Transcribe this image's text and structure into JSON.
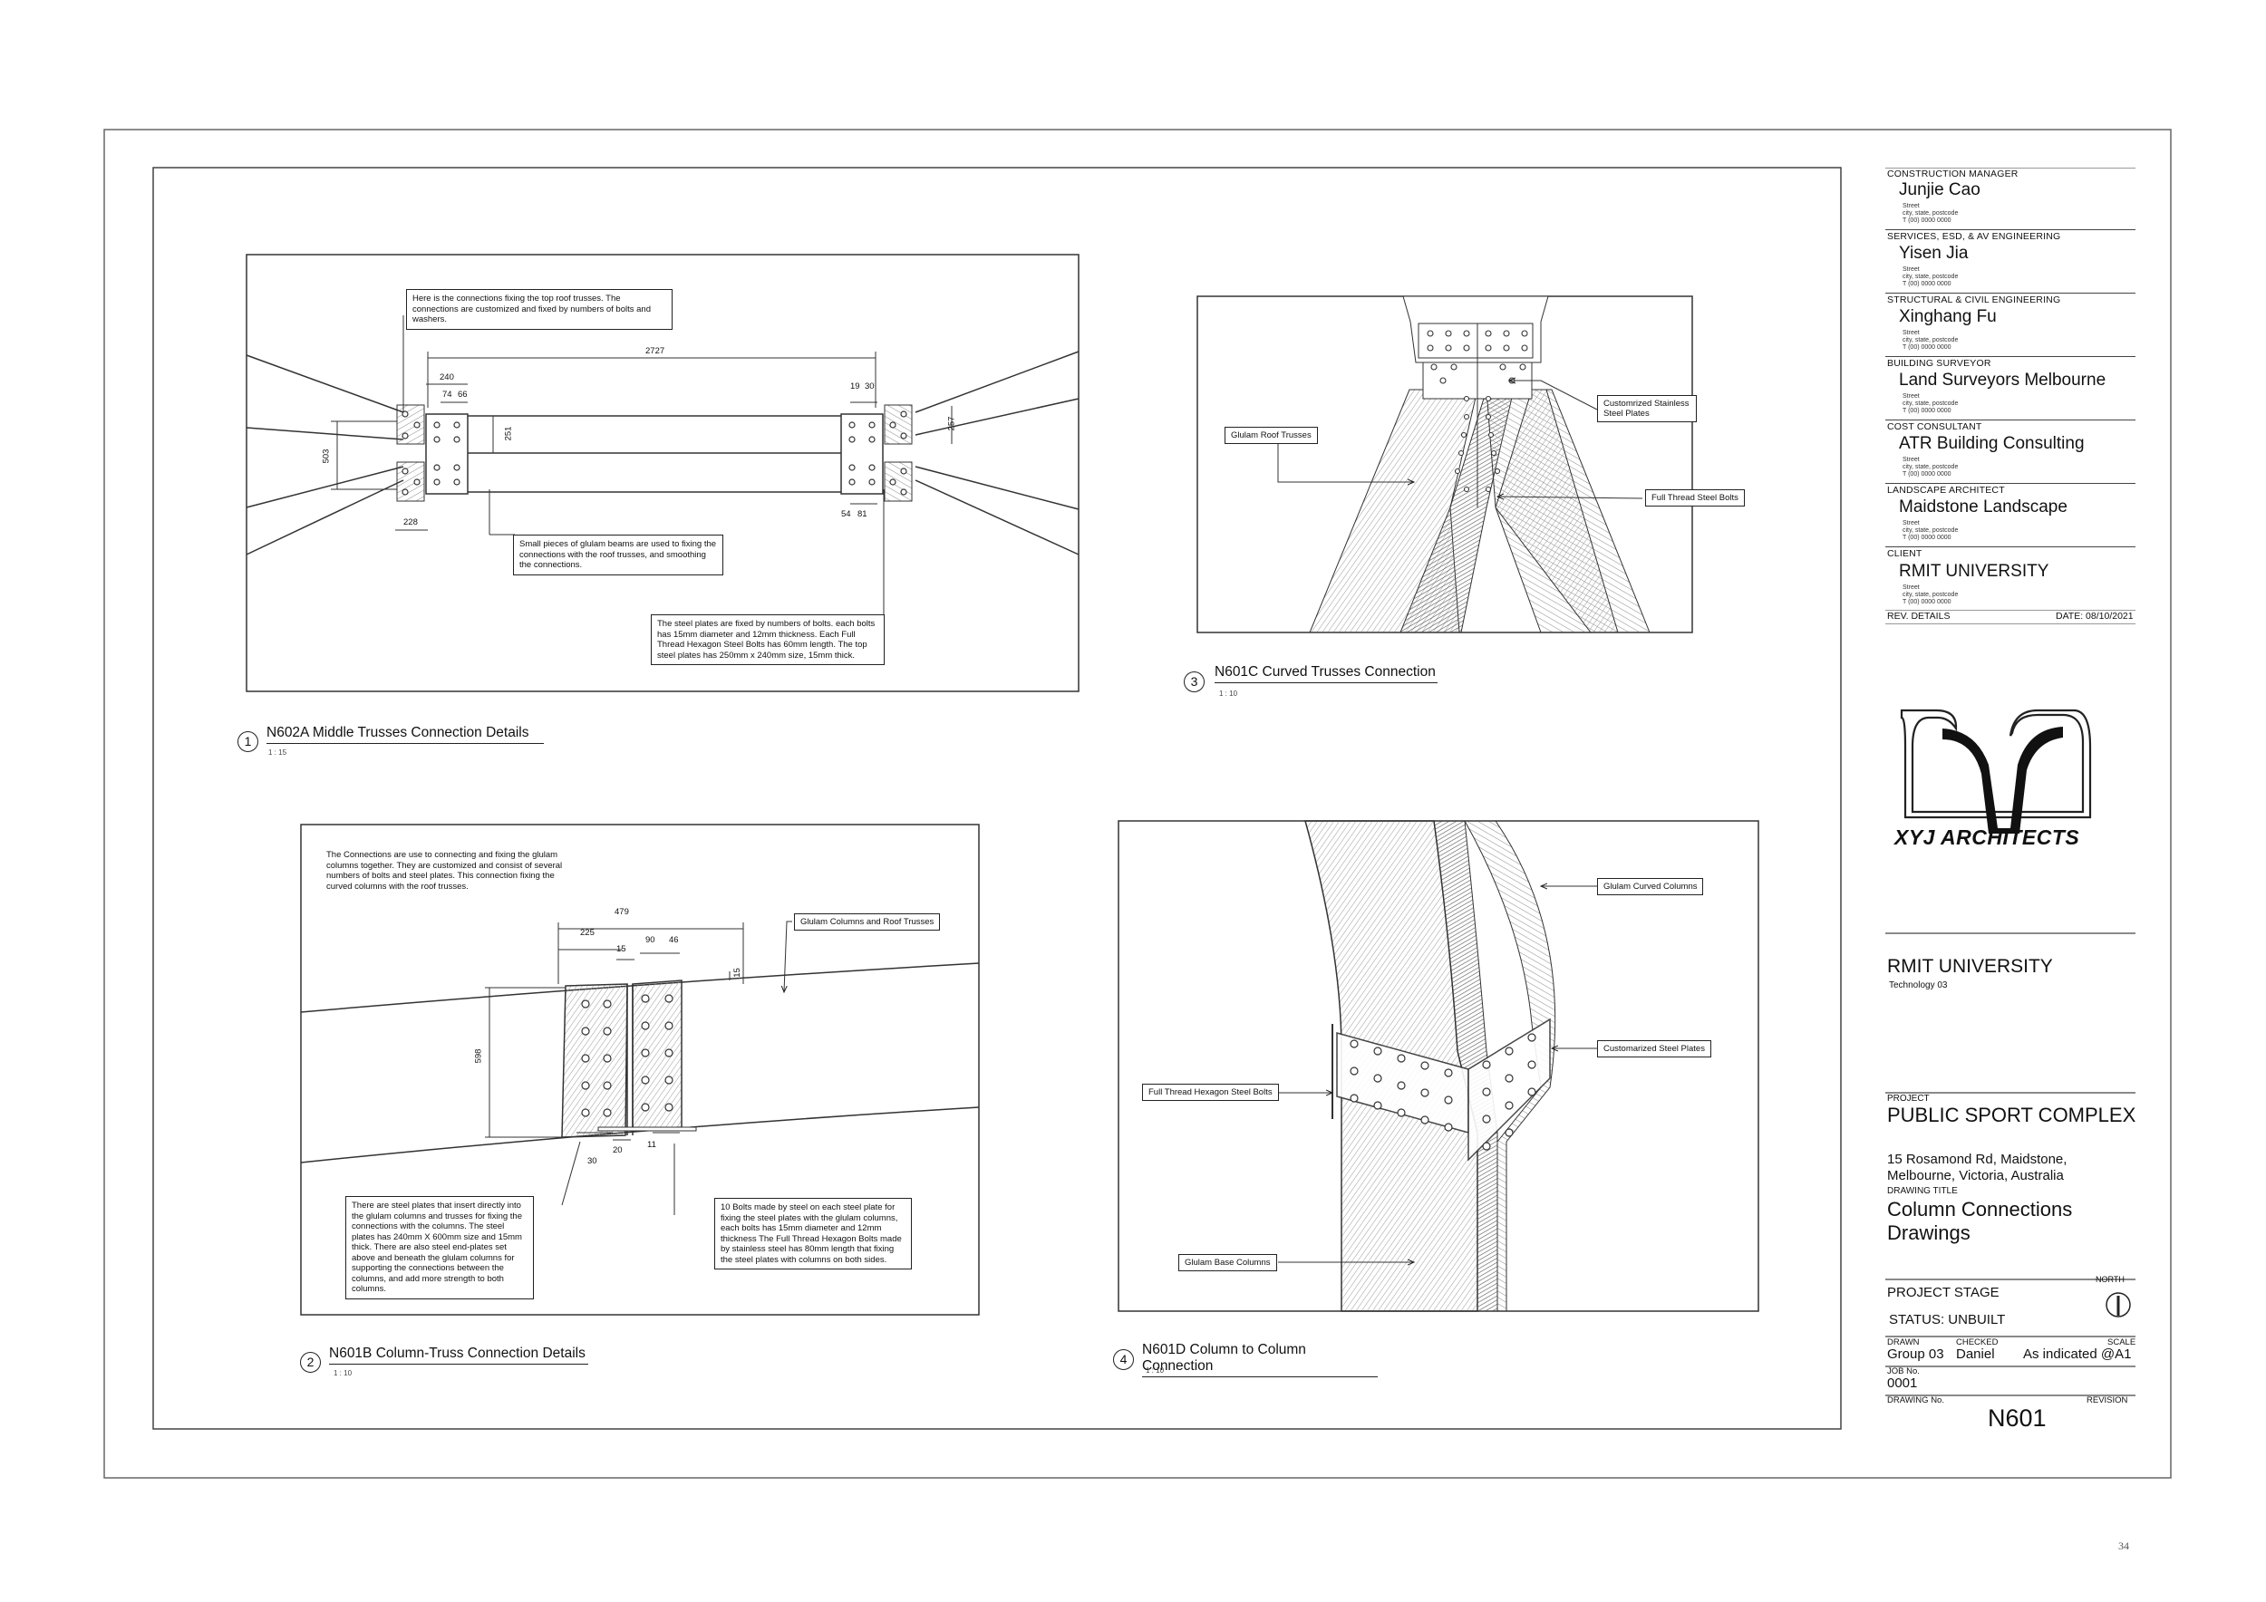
{
  "views": [
    {
      "num": "1",
      "title": "N602A Middle Trusses Connection Details",
      "scale": "1 : 15"
    },
    {
      "num": "2",
      "title": "N601B Column-Truss Connection Details",
      "scale": "1 : 10"
    },
    {
      "num": "3",
      "title": "N601C Curved Trusses Connection",
      "scale": "1 : 10"
    },
    {
      "num": "4",
      "title": "N601D Column to Column Connection",
      "scale": "1 : 10"
    }
  ],
  "view1": {
    "note_top": "Here is the connections fixing the top roof trusses. The connections are customized and fixed by numbers of bolts and washers.",
    "note_mid": "Small pieces of glulam beams are used to fixing the connections with the roof trusses, and smoothing the connections.",
    "note_bottom": "The steel plates are fixed by numbers of bolts. each bolts has 15mm diameter and 12mm thickness. Each Full Thread Hexagon Steel Bolts has 60mm length. The top steel plates has 250mm x 240mm size, 15mm thick.",
    "dims": {
      "d2727": "2727",
      "d240": "240",
      "d74": "74",
      "d66": "66",
      "d503": "503",
      "d251": "251",
      "d228": "228",
      "d19": "19",
      "d30": "30",
      "d257": "257",
      "d54": "54",
      "d81": "81"
    }
  },
  "view2": {
    "note_top": "The Connections are use to connecting and fixing the glulam columns together. They are customized and consist of several numbers of bolts and steel plates. This connection fixing the curved columns with the roof trusses.",
    "note_left": "There are steel plates that insert directly into the glulam columns and trusses for fixing the connections with the columns. The steel plates has 240mm X 600mm size and 15mm thick. There are also steel end-plates set above and beneath the glulam columns for supporting the connections between the columns, and add more strength to both columns.",
    "note_right": "10 Bolts made by steel on each steel plate for fixing the steel plates with the glulam columns, each bolts has 15mm diameter and 12mm thickness The Full Thread Hexagon Bolts made by stainless steel has 80mm length that fixing the steel plates with columns on both sides.",
    "label": "Glulam Columns and Roof Trusses",
    "dims": {
      "d479": "479",
      "d225": "225",
      "d15a": "15",
      "d90": "90",
      "d46": "46",
      "d15b": "15",
      "d598": "598",
      "d30": "30",
      "d20": "20",
      "d11": "11"
    }
  },
  "view3": {
    "label_plates": "Customrized Stainless Steel Plates",
    "label_trusses": "Glulam Roof Trusses",
    "label_bolts": "Full Thread Steel Bolts"
  },
  "view4": {
    "label_curved": "Glulam Curved Columns",
    "label_plates": "Customarized Steel Plates",
    "label_bolts": "Full Thread Hexagon Steel Bolts",
    "label_base": "Glulam Base Columns"
  },
  "titleblock": {
    "roles": [
      {
        "role": "CONSTRUCTION MANAGER",
        "name": "Junjie Cao",
        "addr": "Street\ncity, state, postcode\nT (00) 0000 0000"
      },
      {
        "role": "SERVICES, ESD, & AV ENGINEERING",
        "name": "Yisen Jia",
        "addr": "Street\ncity, state, postcode\nT (00) 0000 0000"
      },
      {
        "role": "STRUCTURAL & CIVIL ENGINEERING",
        "name": "Xinghang Fu",
        "addr": "Street\ncity, state, postcode\nT (00) 0000 0000"
      },
      {
        "role": "BUILDING SURVEYOR",
        "name": "Land Surveyors Melbourne",
        "addr": "Street\ncity, state, postcode\nT (00) 0000 0000"
      },
      {
        "role": "COST CONSULTANT",
        "name": "ATR Building Consulting",
        "addr": "Street\ncity, state, postcode\nT (00) 0000 0000"
      },
      {
        "role": "LANDSCAPE ARCHITECT",
        "name": "Maidstone Landscape",
        "addr": "Street\ncity, state, postcode\nT (00) 0000 0000"
      },
      {
        "role": "CLIENT",
        "name": "RMIT UNIVERSITY",
        "addr": "Street\ncity, state, postcode\nT (00) 0000 0000"
      }
    ],
    "rev_label": "REV.  DETAILS",
    "date": "DATE: 08/10/2021",
    "logo_text": "XYJ ARCHITECTS",
    "university": "RMIT UNIVERSITY",
    "course": "Technology 03",
    "project_label": "PROJECT",
    "project": "PUBLIC SPORT COMPLEX",
    "address_line1": "15 Rosamond Rd, Maidstone,",
    "address_line2": "Melbourne, Victoria, Australia",
    "drawing_title_label": "DRAWING TITLE",
    "drawing_title_line1": "Column Connections",
    "drawing_title_line2": "Drawings",
    "project_stage": "PROJECT STAGE",
    "north": "NORTH",
    "status": "STATUS: UNBUILT",
    "drawn_label": "DRAWN",
    "checked_label": "CHECKED",
    "scale_label": "SCALE",
    "drawn": "Group 03",
    "checked": "Daniel",
    "scale": "As indicated @A1",
    "job_label": "JOB No.",
    "job": "0001",
    "drawing_no_label": "DRAWING No.",
    "revision_label": "REVISION",
    "drawing_no": "N601"
  },
  "page_number": "34"
}
